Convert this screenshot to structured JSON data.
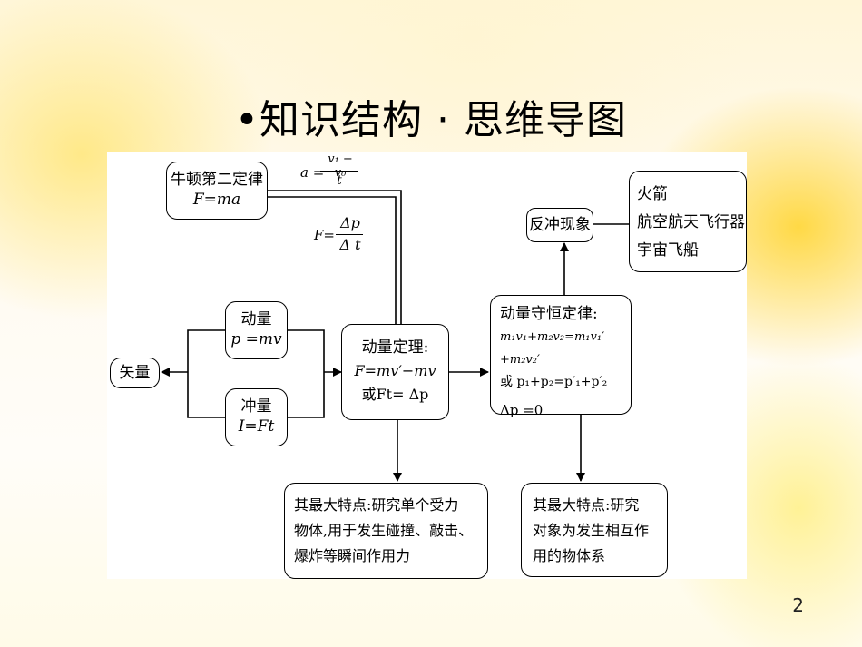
{
  "slide": {
    "title": "•知识结构 · 思维导图",
    "page_number": "2"
  },
  "diagram": {
    "newton": {
      "name": "牛顿第二定律",
      "formula": "F=ma"
    },
    "accel_formula": {
      "lhs": "a =",
      "num": "v₁ − v₀",
      "den": "t"
    },
    "force_formula": {
      "lhs": "F=",
      "num": "Δp",
      "den": "Δ t"
    },
    "momentum": {
      "name": "动量",
      "formula": "p =mv"
    },
    "impulse": {
      "name": "冲量",
      "formula": "I=Ft"
    },
    "vector": {
      "label": "矢量"
    },
    "theorem": {
      "name": "动量定理:",
      "f1": "F=mv′−mv",
      "f2": "或Ft= Δp"
    },
    "conservation": {
      "name": "动量守恒定律:",
      "f1": "m₁v₁+m₂v₂=m₁v₁′+m₂v₂′",
      "f2": "或 p₁+p₂=p′₁+p′₂",
      "f3": "Δp =0"
    },
    "recoil": {
      "label": "反冲现象"
    },
    "applications": {
      "items": [
        "火箭",
        "航空航天飞行器",
        "宇宙飞船"
      ]
    },
    "theorem_feature": {
      "lines": [
        "其最大特点:研究单个受力",
        "物体,用于发生碰撞、敲击、",
        "爆炸等瞬间作用力"
      ]
    },
    "conservation_feature": {
      "lines": [
        "其最大特点:研究",
        "对象为发生相互作",
        "用的物体系"
      ]
    }
  }
}
